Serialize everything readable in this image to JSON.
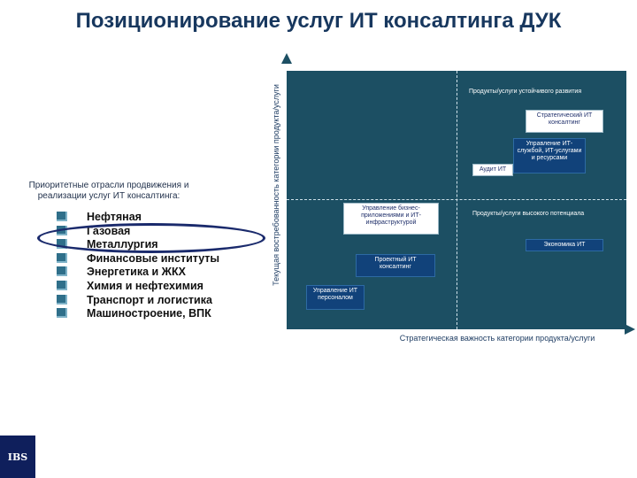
{
  "title": "Позиционирование услуг ИТ консалтинга ДУК",
  "intro_text": "Приоритетные отрасли продвижения и реализации услуг ИТ консалтинга:",
  "industries": [
    "Нефтяная",
    "Газовая",
    "Металлургия",
    "Финансовые институты",
    "Энергетика и ЖКХ",
    "Химия и нефтехимия",
    "Транспорт и логистика",
    "Машиностроение, ВПК"
  ],
  "y_axis_label": "Текущая востребованность категории продукта/услуги",
  "x_axis_label": "Стратегическая важность категории продукта/услуги",
  "quadrant_labels": {
    "top_right": "Продукты/услуги устойчивого развития",
    "bottom_right": "Продукты/услуги высокого потенциала"
  },
  "services": {
    "strategic_consulting": "Стратегический ИТ консалтинг",
    "it_service_management": "Управление ИТ-службой, ИТ-услугами и ресурсами",
    "it_audit": "Аудит ИТ",
    "business_apps": "Управление бизнес-приложениями и ИТ-инфраструктурой",
    "project_consulting": "Проектный ИТ консалтинг",
    "it_personnel": "Управление ИТ персоналом",
    "it_economics": "Экономика ИТ"
  },
  "logo_text": "IBS",
  "colors": {
    "title": "#17375e",
    "matrix_bg": "#1c4f63",
    "dark_box": "#11427a",
    "oval": "#1a2a6c"
  }
}
